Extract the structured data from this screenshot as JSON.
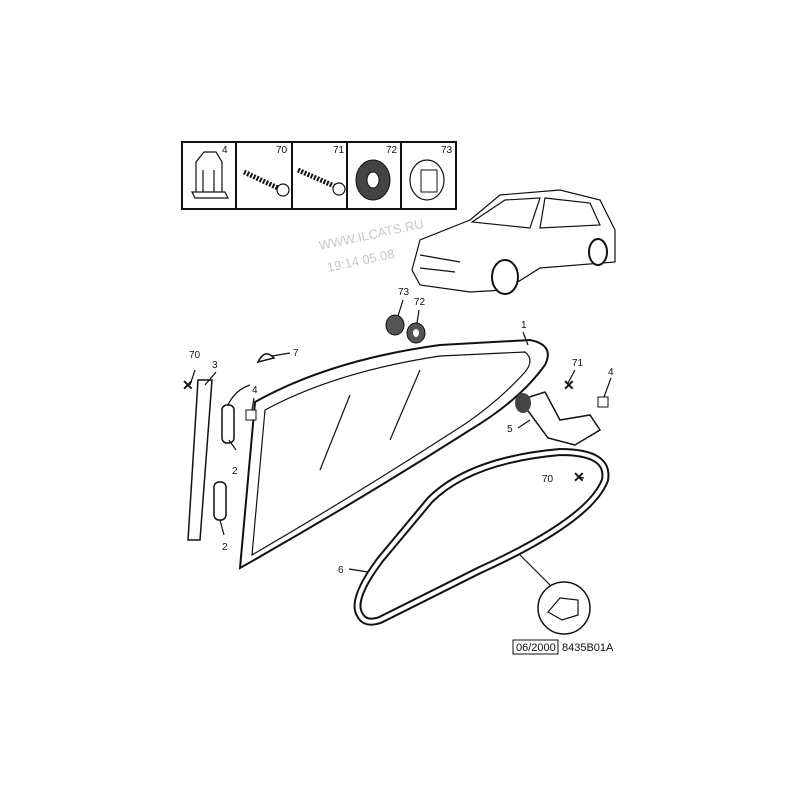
{
  "watermark": {
    "line1": "WWW.ILCATS.RU",
    "line2": "19:14 05.08"
  },
  "legend_box": {
    "items": [
      "4",
      "70",
      "71",
      "72",
      "73"
    ]
  },
  "callouts": {
    "c73": "73",
    "c72": "72",
    "c1": "1",
    "c70a": "70",
    "c3": "3",
    "c7": "7",
    "c4a": "4",
    "c71": "71",
    "c4b": "4",
    "c5": "5",
    "c2a": "2",
    "c70b": "70",
    "c2b": "2",
    "c6": "6"
  },
  "footer": {
    "date": "06/2000",
    "reference": "8435B01A"
  }
}
